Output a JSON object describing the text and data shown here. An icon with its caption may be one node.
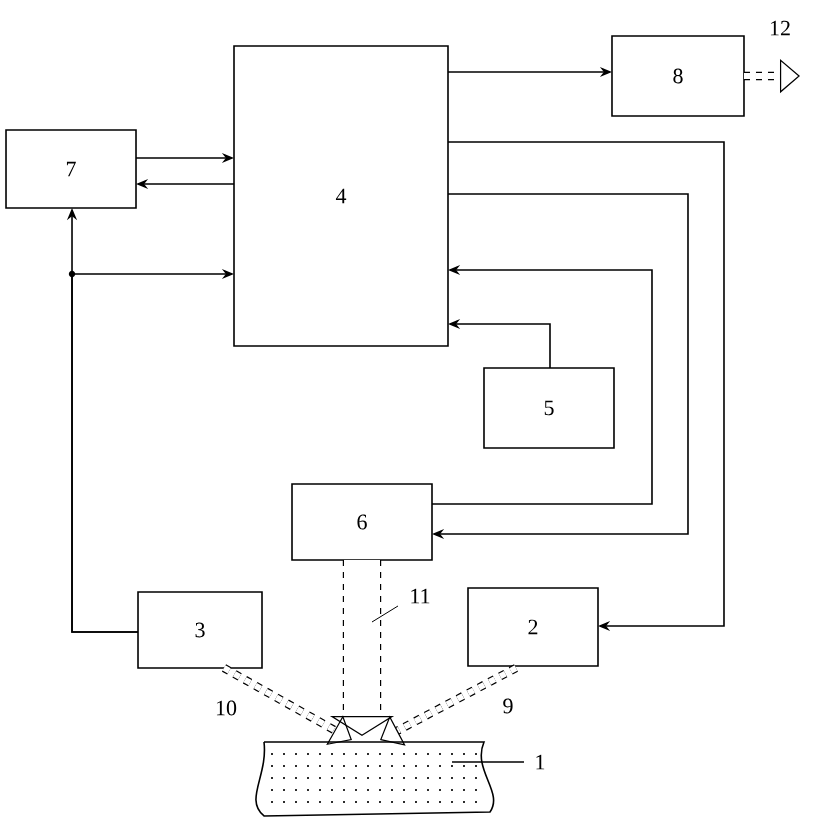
{
  "diagram": {
    "nodes": [
      {
        "text": [
          "4"
        ]
      },
      {
        "text": [
          "8"
        ]
      },
      {
        "text": [
          "7"
        ]
      },
      {
        "text": [
          "5"
        ]
      },
      {
        "text": [
          "6"
        ]
      },
      {
        "text": [
          "3"
        ]
      },
      {
        "text": [
          "2"
        ]
      },
      {
        "text": [],
        "shape": "box"
      },
      {
        "text": [
          "1"
        ]
      }
    ],
    "edges": [
      {
        "from": 0,
        "to": 1,
        "arrow": "to"
      },
      {
        "from": 1,
        "to": null,
        "arrow": "to",
        "style": "dashed",
        "label": "12"
      },
      {
        "from": 2,
        "to": 0,
        "arrow": "to"
      },
      {
        "from": 0,
        "to": 2,
        "arrow": "to"
      },
      {
        "from": 5,
        "to": 2,
        "arrow": "to"
      },
      {
        "from": 5,
        "to": 0,
        "arrow": "to"
      },
      {
        "from": 0,
        "to": 6,
        "arrow": "to"
      },
      {
        "from": 0,
        "to": 4,
        "arrow": "to"
      },
      {
        "from": 4,
        "to": 0,
        "arrow": "to"
      },
      {
        "from": 3,
        "to": 0,
        "arrow": "to"
      },
      {
        "from": 4,
        "to": 7,
        "arrow": "to",
        "style": "dashed",
        "label": "11"
      },
      {
        "from": 5,
        "to": 7,
        "arrow": "to",
        "style": "dashed",
        "label": "10"
      },
      {
        "from": 6,
        "to": 7,
        "arrow": "to",
        "style": "dashed",
        "label": "9"
      },
      {
        "from": 8,
        "to": 7,
        "arrow": "none"
      }
    ]
  }
}
